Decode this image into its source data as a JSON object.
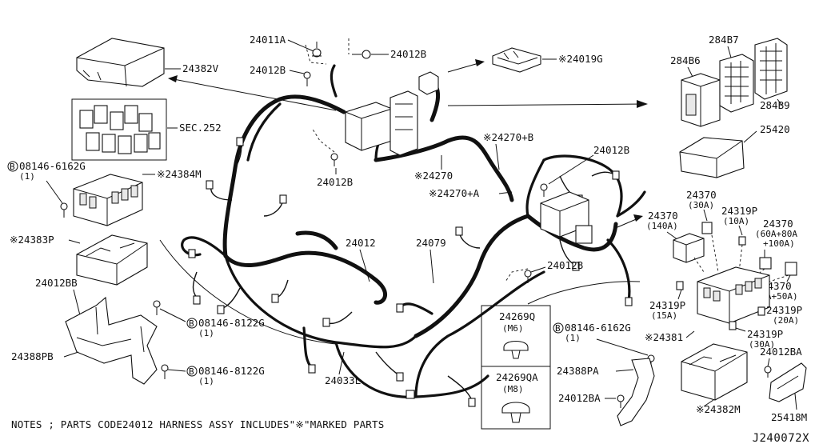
{
  "labels": {
    "p24011A": "24011A",
    "p24012B_a": "24012B",
    "p24012B_b": "24012B",
    "p24012B_c": "24012B",
    "p24012B_d": "24012B",
    "p24012B_e": "24012B",
    "p24382V": "24382V",
    "sec252": "SEC.252",
    "p24019G": "※24019G",
    "p284B7": "284B7",
    "p284B6": "284B6",
    "p284B9": "284B9",
    "p25420": "25420",
    "p24270B": "※24270+B",
    "p24270": "※24270",
    "p24270A": "※24270+A",
    "p24384M": "※24384M",
    "p24383P": "※24383P",
    "p24012BB": "24012BB",
    "p24388PB": "24388PB",
    "p24012": "24012",
    "p24079": "24079",
    "p24033L": "24033L",
    "p24269Q": "24269Q",
    "p24269Q_sub": "(M6)",
    "p24269QA": "24269QA",
    "p24269QA_sub": "(M8)",
    "p24388PA": "24388PA",
    "p24012BA_a": "24012BA",
    "p24012BA_b": "24012BA",
    "p24381": "※24381",
    "p24382M": "※24382M",
    "p25418M": "25418M",
    "p24370_30": "24370",
    "p24370_30_sub": "(30A)",
    "p24370_140": "24370",
    "p24370_140_sub": "(140A)",
    "p24319P_10": "24319P",
    "p24319P_10_sub": "(10A)",
    "p24370_60": "24370",
    "p24370_60_sub": "(60A+80A",
    "p24370_60_sub2": "+100A)",
    "p24370_40": "24370",
    "p24370_40_sub": "(40A+50A)",
    "p24319P_15": "24319P",
    "p24319P_15_sub": "(15A)",
    "p24319P_20": "24319P",
    "p24319P_20_sub": "(20A)",
    "p24319P_30": "24319P",
    "p24319P_30_sub": "(30A)",
    "bolt_a_code": "08146-6162G",
    "bolt_a_qty": "(1)",
    "bolt_b_code": "08146-8122G",
    "bolt_b_qty": "(1)",
    "bolt_c_code": "08146-8122G",
    "bolt_c_qty": "(1)",
    "bolt_d_code": "08146-6162G",
    "bolt_d_qty": "(1)",
    "bolt_mark": "B"
  },
  "notes": "NOTES ; PARTS CODE24012 HARNESS ASSY INCLUDES\"※\"MARKED PARTS",
  "diagram_code": "J240072X"
}
